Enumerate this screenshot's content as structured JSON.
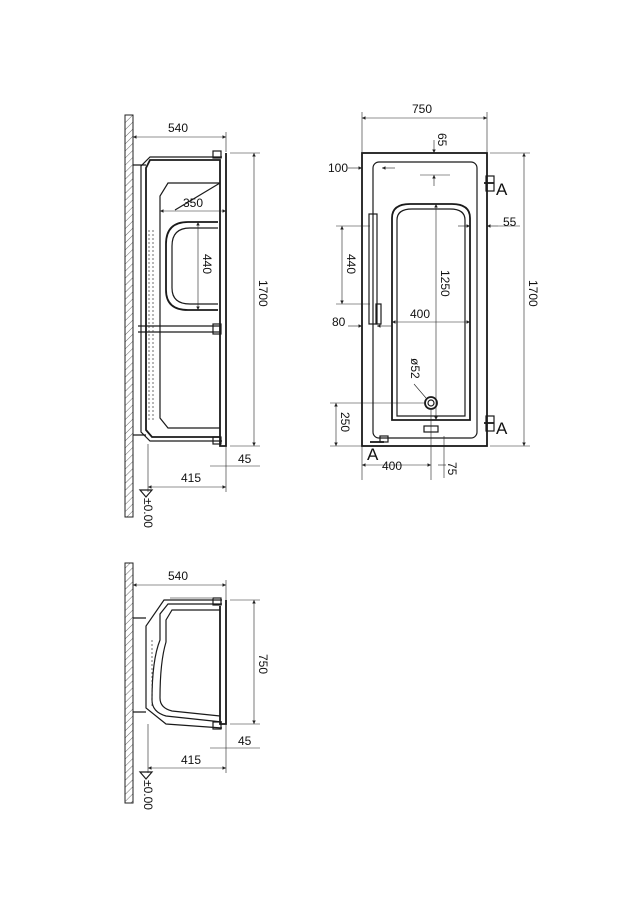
{
  "side_view": {
    "width": "540",
    "step": "350",
    "height_440": "440",
    "length": "1700",
    "offset_415": "415",
    "offset_45": "45",
    "level": "±0.00"
  },
  "top_view": {
    "width": "750",
    "rim_65": "65",
    "rim_100": "100",
    "rim_55": "55",
    "apron_440": "440",
    "inner_1250": "1250",
    "length": "1700",
    "offset_80": "80",
    "inner_400": "400",
    "drain": "ø52",
    "drain_250": "250",
    "bottom_400": "400",
    "bottom_75": "75",
    "section_left": "A",
    "section_right_top": "A",
    "section_right_bottom": "A"
  },
  "end_view": {
    "width": "540",
    "height": "750",
    "offset_415": "415",
    "offset_45": "45",
    "level": "±0.00"
  }
}
